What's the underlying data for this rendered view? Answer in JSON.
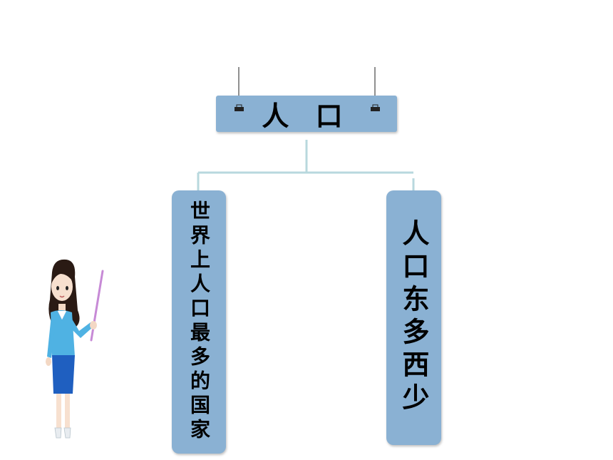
{
  "diagram": {
    "root_label": "人 口",
    "children": [
      {
        "label": "世界上人口最多的国家"
      },
      {
        "label": "人口东多西少"
      }
    ],
    "colors": {
      "box_fill": "#8ab1d3",
      "connector": "#b8d8de",
      "pointer": "#c78ad6",
      "blouse": "#4fb2e3",
      "skirt": "#1f5fc0"
    },
    "illustration": "teacher-with-pointer"
  }
}
